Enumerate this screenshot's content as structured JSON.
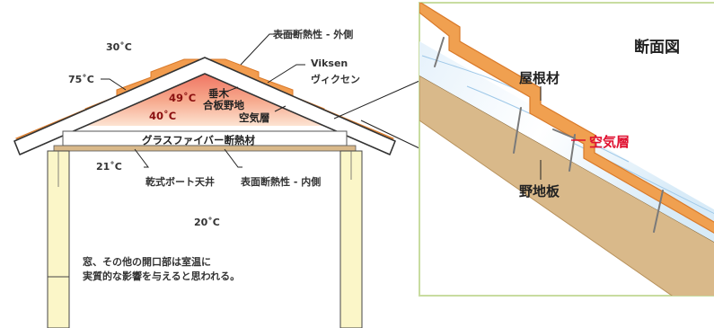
{
  "house": {
    "outer_surface_insulation": "表面断熱性 - 外側",
    "brand": "Viksen",
    "brand_kana": "ヴィクセン",
    "rafter": "垂木",
    "plywood_sheathing": "合板野地",
    "air_layer": "空気層",
    "glass_fiber_insulation": "グラスファイバー断熱材",
    "dry_board_ceiling": "乾式ボート天井",
    "inner_surface_insulation": "表面断熱性 - 内側",
    "window_note_line1": "窓、その他の開口部は室温に",
    "window_note_line2": "実質的な影響を与えると思われる。"
  },
  "temperatures": {
    "outdoor": "30˚C",
    "roof_surface": "75˚C",
    "attic_top": "49˚C",
    "attic_mid": "40˚C",
    "ceiling_space": "21˚C",
    "room": "20˚C"
  },
  "inset": {
    "title": "断面図",
    "roofing": "屋根材",
    "air_layer": "空気層",
    "sheathing": "野地板"
  },
  "colors": {
    "roof_orange": "#f0a050",
    "attic_warm": "#f08070",
    "attic_cool": "#fce0d0",
    "wood": "#d9b98a",
    "wall": "#fbf6c8",
    "inset_border": "#c8dca0",
    "accent_red": "#e01030"
  }
}
